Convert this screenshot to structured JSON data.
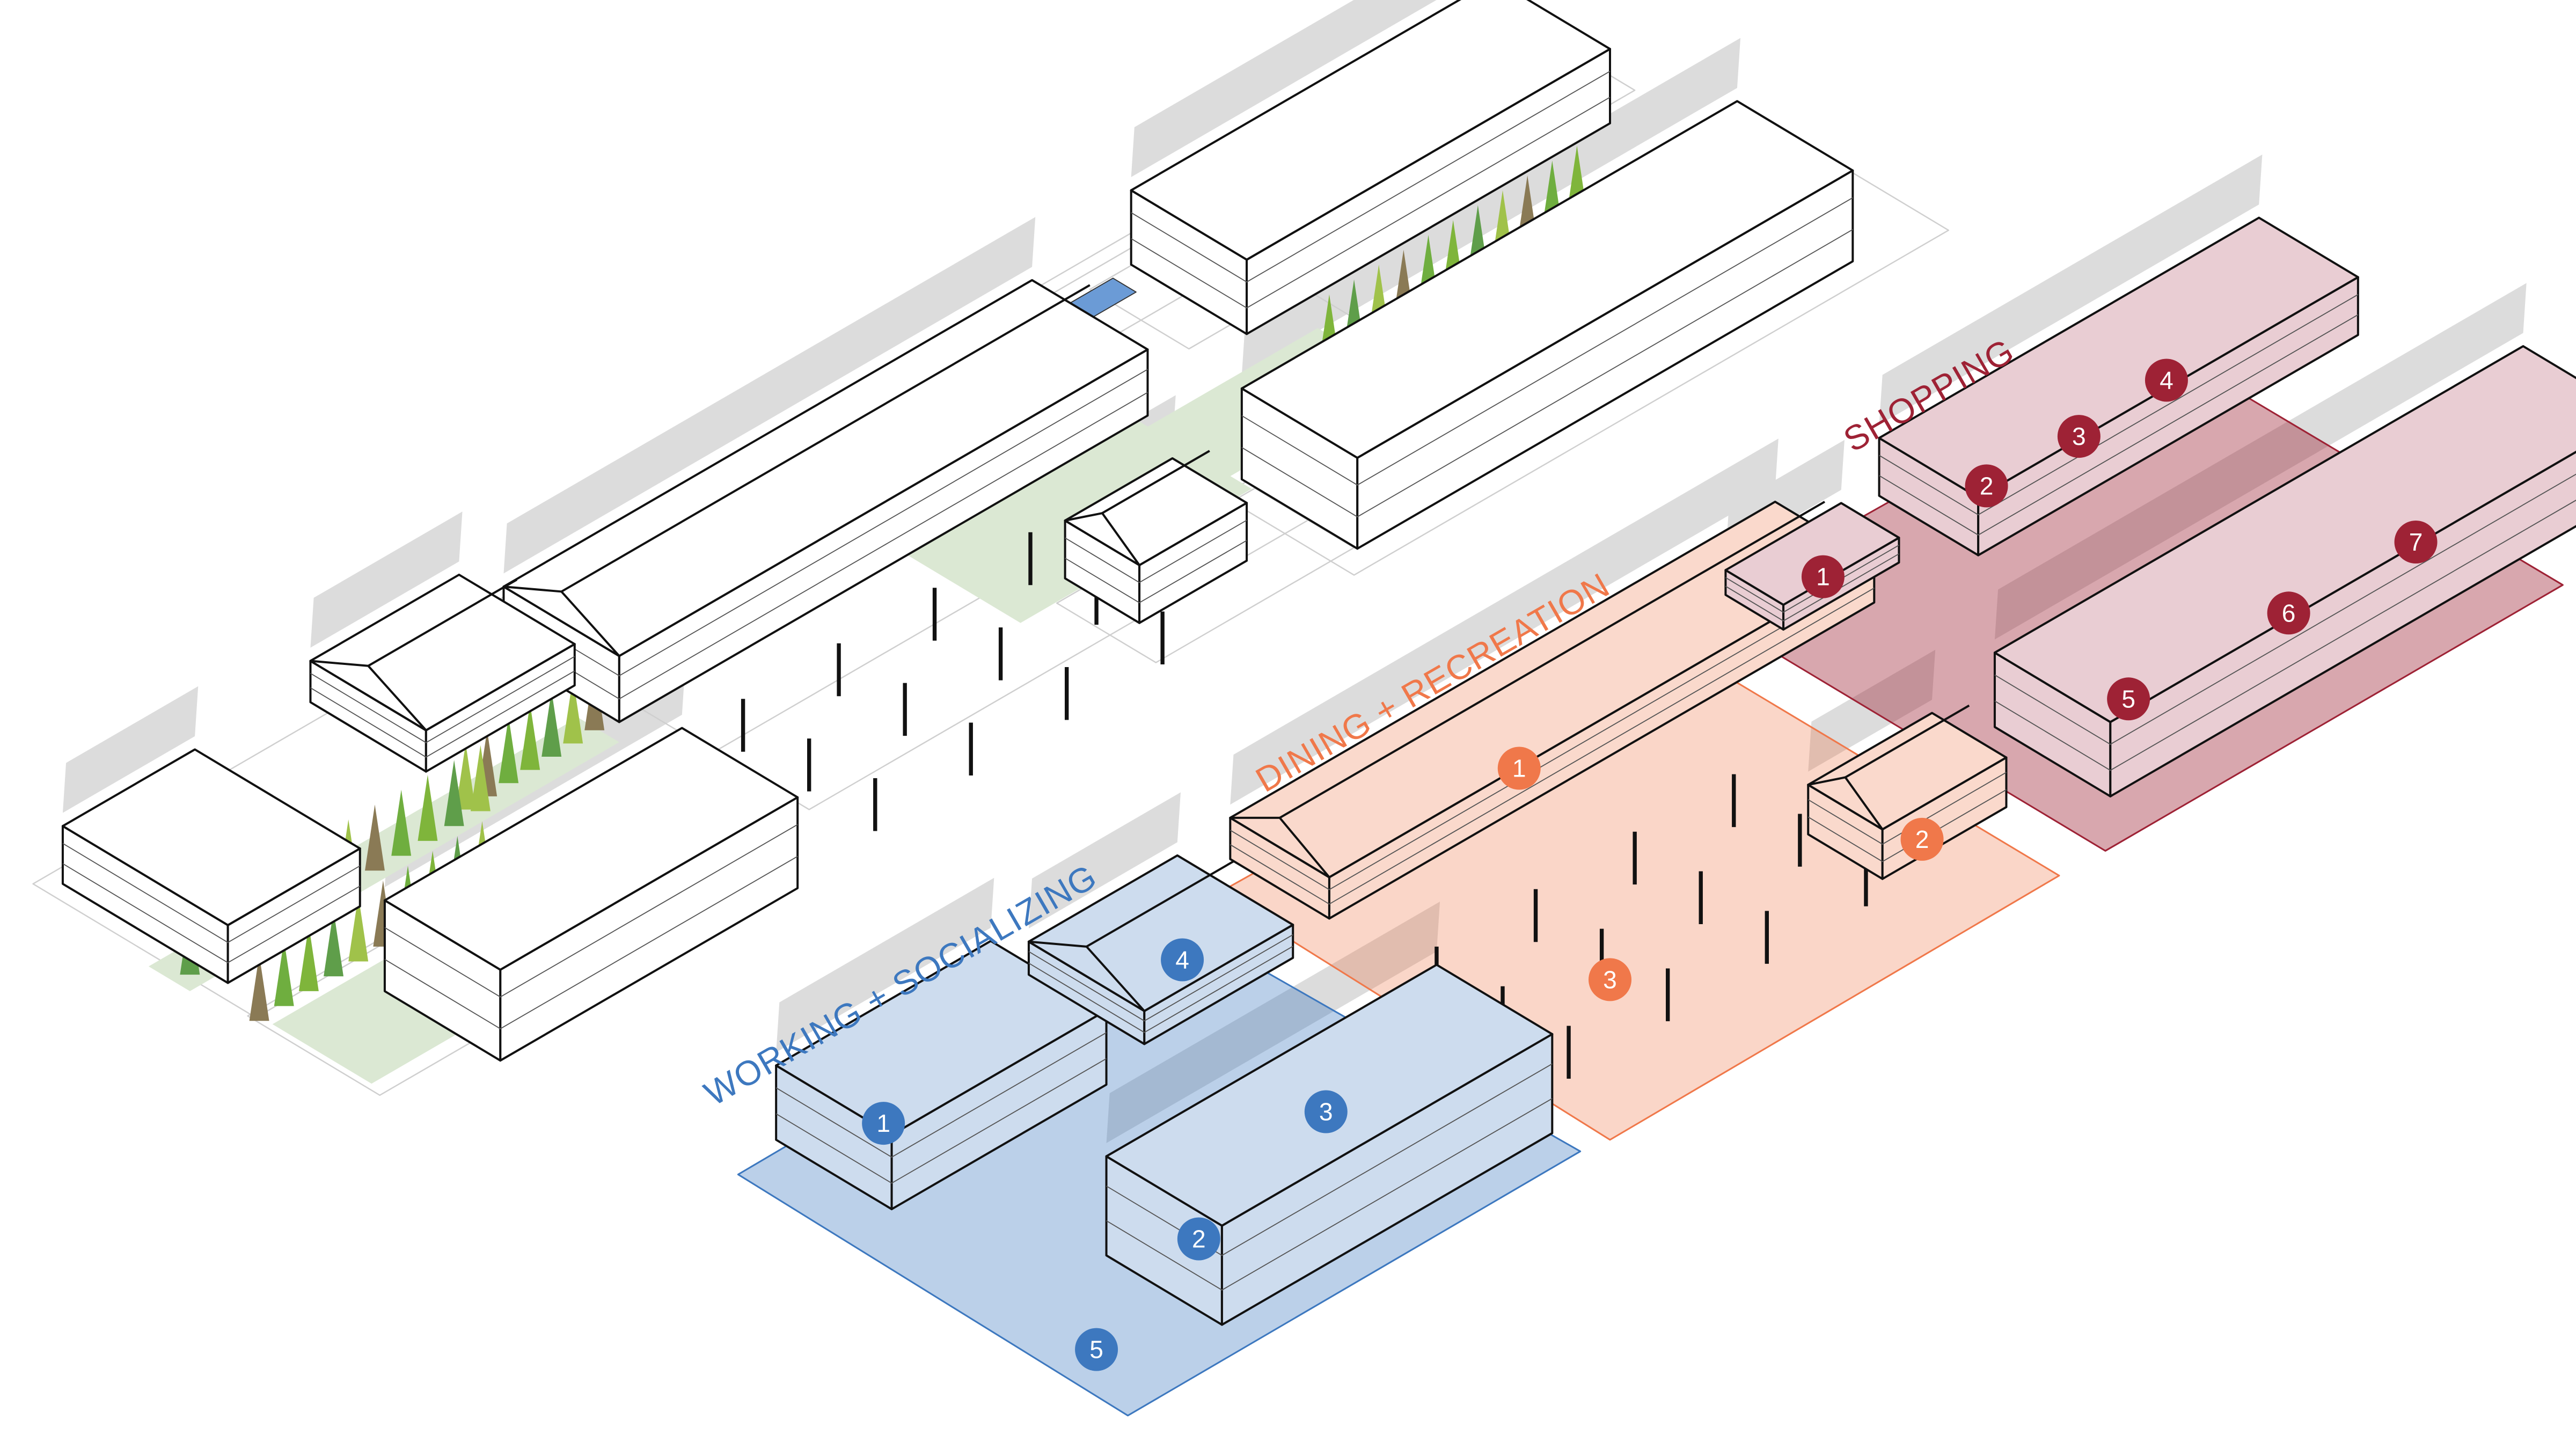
{
  "colors": {
    "working": "#3d78bf",
    "dining": "#f0784a",
    "shopping": "#9e2235",
    "lawn": "#dbe8d3",
    "pool": "#6b9bd6",
    "shadow": "#dcdcdc"
  },
  "zones": {
    "working": {
      "label": "WORKING + SOCIALIZING",
      "badges": [
        "1",
        "2",
        "3",
        "4",
        "5"
      ]
    },
    "dining": {
      "label": "DINING + RECREATION",
      "badges": [
        "1",
        "2",
        "3"
      ]
    },
    "shopping": {
      "label": "SHOPPING",
      "badges": [
        "1",
        "2",
        "3",
        "4",
        "5",
        "6",
        "7"
      ]
    }
  }
}
